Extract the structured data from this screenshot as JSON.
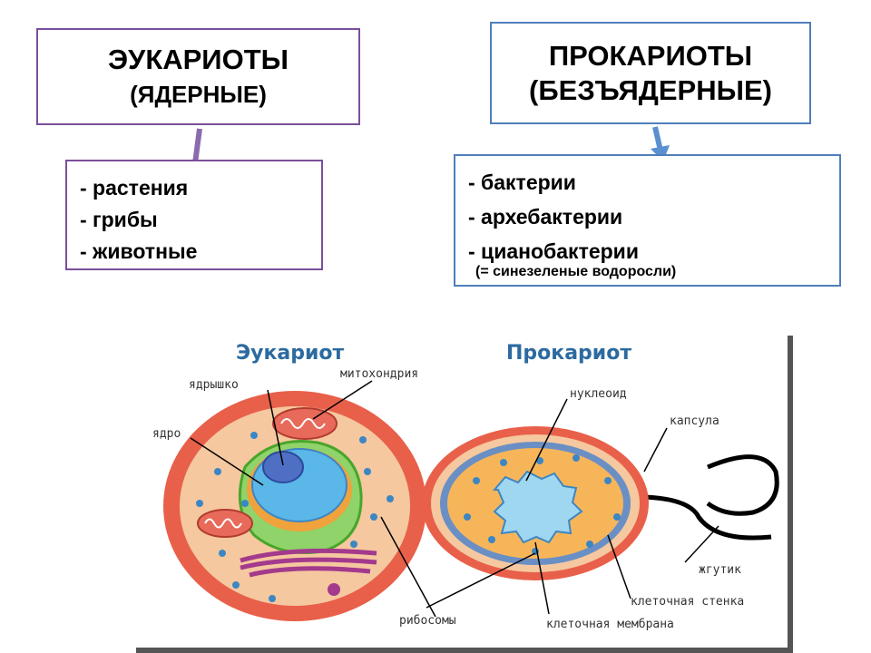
{
  "eukaryotes": {
    "title": "ЭУКАРИОТЫ",
    "subtitle": "(ЯДЕРНЫЕ)",
    "items": [
      "- растения",
      "- грибы",
      "- животные"
    ]
  },
  "prokaryotes": {
    "title": "ПРОКАРИОТЫ",
    "subtitle": "(БЕЗЪЯДЕРНЫЕ)",
    "items": [
      "- бактерии",
      "- архебактерии",
      "- цианобактерии"
    ],
    "note": "(= синезеленые водоросли)"
  },
  "diagram": {
    "euk_heading": "Эукариот",
    "pro_heading": "Прокариот",
    "labels": {
      "nucleolus": "ядрышко",
      "mitochondria": "митохондрия",
      "nucleus": "ядро",
      "ribosomes": "рибосомы",
      "nucleoid": "нуклеоид",
      "capsule": "капсула",
      "flagellum": "жгутик",
      "cell_wall": "клеточная стенка",
      "cell_membrane": "клеточная мембрана"
    }
  },
  "colors": {
    "euk_border": "#7b4f9b",
    "pro_border": "#4f7fba",
    "euk_arrow": "#8b6aae",
    "pro_arrow": "#5a8fd0"
  }
}
